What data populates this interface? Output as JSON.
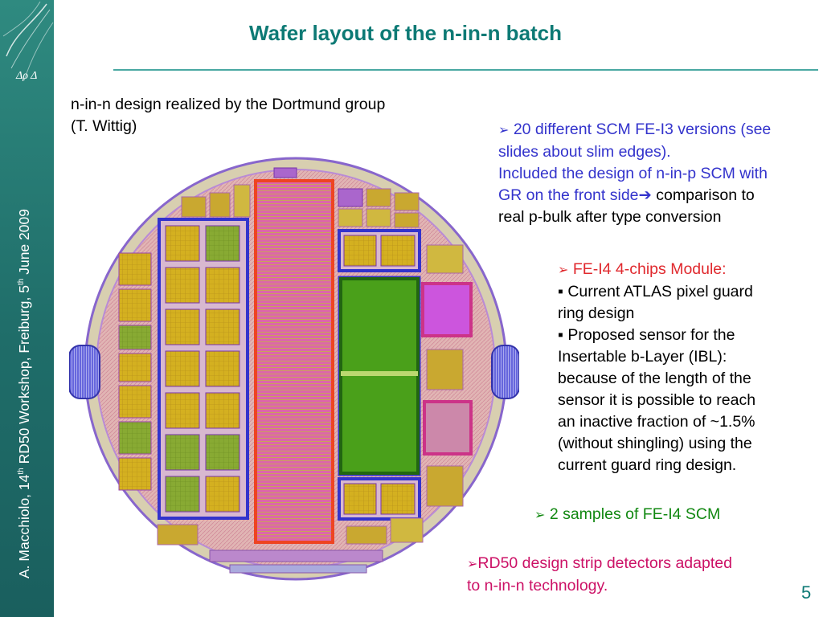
{
  "footer": {
    "author": "A. Macchiolo, 14",
    "sup1": "th",
    "mid": " RD50 Workshop, Freiburg, 5",
    "sup2": "th",
    "end": " June 2009"
  },
  "title": "Wafer layout of the n-in-n batch",
  "caption": {
    "line1": "n-in-n design realized by the Dortmund group",
    "line2": "(T. Wittig)"
  },
  "block1": {
    "bullet": "➢",
    "line1": "20 different SCM FE-I3 versions (see",
    "line2": "slides about slim edges).",
    "line3": "Included the design of n-in-p SCM with",
    "line4a": "GR on the front side",
    "arrow": "➔",
    "line4b": " comparison to",
    "line5": "real p-bulk after type conversion"
  },
  "block2": {
    "bullet": "➢",
    "heading": "FE-I4   4-chips Module:",
    "sub_bullet": "▪",
    "item1_l1": "Current ATLAS pixel guard",
    "item1_l2": "ring design",
    "item2_l1": "Proposed sensor for the",
    "item2_l2": "Insertable b-Layer (IBL):",
    "item2_l3": "because of the length of the",
    "item2_l4": "sensor it is possible to reach",
    "item2_l5": "an inactive fraction of ~1.5%",
    "item2_l6": "(without shingling) using the",
    "item2_l7": "current guard ring design."
  },
  "block3": {
    "bullet": "➢",
    "text": "2 samples of FE-I4 SCM"
  },
  "block4": {
    "bullet": "➢",
    "line1": "RD50 design strip detectors adapted",
    "line2": "to n-in-n technology."
  },
  "page_number": "5",
  "colors": {
    "sidebar": "#1f6d69",
    "title": "#0d7a75",
    "blue_text": "#3333cc",
    "red_text": "#e0292e",
    "green_text": "#118811",
    "magenta_text": "#cc1166",
    "wafer_fill": "#cfc5a0",
    "wafer_outline": "#8866cc",
    "strip_detector": "#ee4422",
    "fe_i4_green": "#4aa01a",
    "fe_i3_gold": "#ccaa22"
  }
}
